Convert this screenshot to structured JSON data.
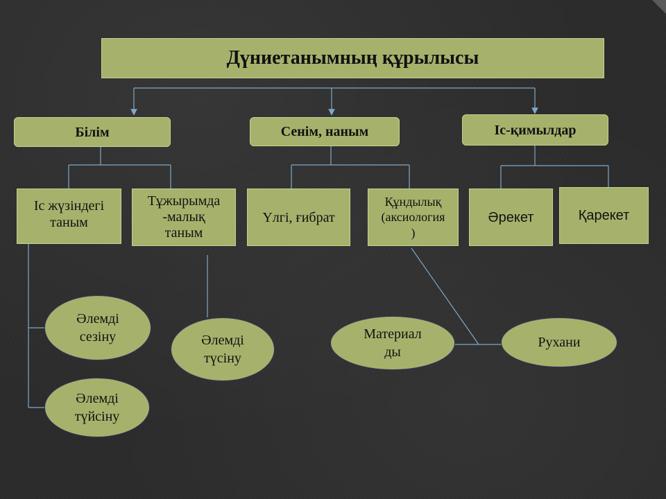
{
  "title": "Дүниетанымның құрылысы",
  "level1": {
    "bilim": "Білім",
    "senim": "Сенім, наным",
    "is_kimyl": "Іс-қимылдар"
  },
  "level2": {
    "is_zhuz": "Іс жүзіндегі\nтаным",
    "tuzhyrym": "Тұжырымда\n-малық\nтаным",
    "ulgi": "Үлгі, ғибрат",
    "kundylyk": "Құндылық\n(аксиология\n)",
    "areket": "Әрекет",
    "kareket": "Қарекет"
  },
  "level3": {
    "sezinu": "Әлемді\nсезіну",
    "tusinu": "Әлемді\nтүсіну",
    "tuisinu": "Әлемді\nтүйсіну",
    "material": "Материал\nды",
    "rukhani": "Рухани"
  },
  "colors": {
    "box_fill": "#a6b26c",
    "line": "#7fa9c9",
    "background": "#2b2b2b"
  }
}
